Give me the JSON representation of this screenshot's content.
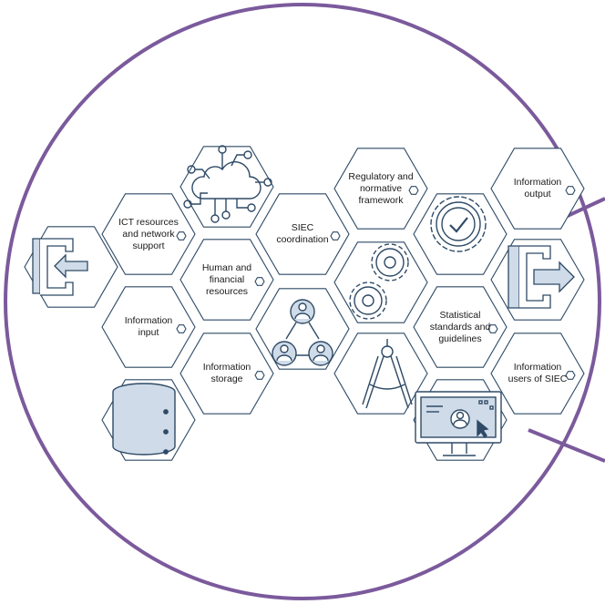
{
  "diagram": {
    "frame_color": "#7b5a9c",
    "hex_stroke": "#2e4a66",
    "icon_stroke": "#2e4a66",
    "icon_fill": "#cfdbe8",
    "cells": [
      {
        "id": "ict-resources",
        "label": "ICT resources\nand network\nsupport"
      },
      {
        "id": "information-input",
        "label": "Information\ninput"
      },
      {
        "id": "human-financial",
        "label": "Human and\nfinancial\nresources"
      },
      {
        "id": "information-storage",
        "label": "Information\nstorage"
      },
      {
        "id": "siec-coordination",
        "label": "SIEC\ncoordination"
      },
      {
        "id": "regulatory-framework",
        "label": "Regulatory and\nnormative\nframework"
      },
      {
        "id": "statistical-standards",
        "label": "Statistical\nstandards and\nguidelines"
      },
      {
        "id": "information-output",
        "label": "Information\noutput"
      },
      {
        "id": "information-users",
        "label": "Information\nusers of SIEC"
      }
    ],
    "icons": [
      {
        "id": "exit-arrow-left",
        "name": "arrow-left-icon"
      },
      {
        "id": "cloud",
        "name": "cloud-network-icon"
      },
      {
        "id": "database",
        "name": "database-icon"
      },
      {
        "id": "people-network",
        "name": "people-network-icon"
      },
      {
        "id": "gears",
        "name": "gears-icon"
      },
      {
        "id": "compass",
        "name": "drafting-compass-icon"
      },
      {
        "id": "certified",
        "name": "certified-badge-icon"
      },
      {
        "id": "monitor",
        "name": "monitor-user-icon"
      },
      {
        "id": "exit-arrow-right",
        "name": "arrow-right-icon"
      }
    ]
  }
}
